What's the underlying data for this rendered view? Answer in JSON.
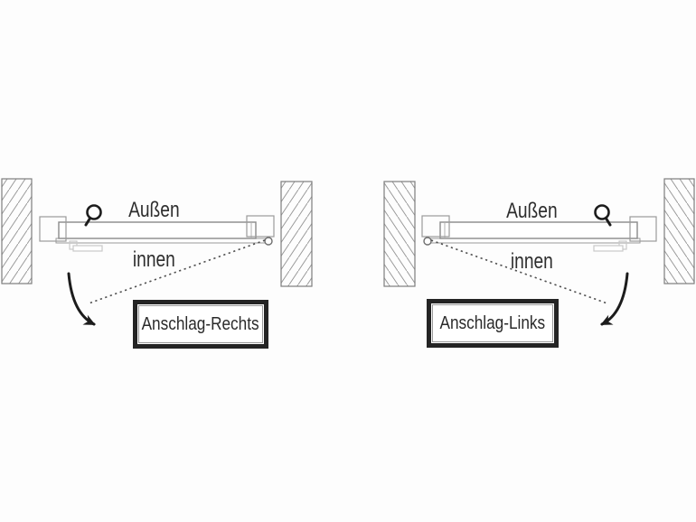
{
  "figure": {
    "type": "door-hinge-orientation-diagram",
    "colors": {
      "background": "#fdfdfd",
      "wall_line": "#7d7d7d",
      "hatch_line": "#9a9a9a",
      "frame_line": "#9a9a9a",
      "door_line": "#8a8a8a",
      "handle_line": "#c9c9c9",
      "knob_and_arrow": "#1c1c1c",
      "dotted_line": "#4f4f4f",
      "box_border": "#242424",
      "text": "#2e2e2e"
    },
    "diagrams": [
      {
        "hinge_side": "right",
        "outside_label": "Außen",
        "inside_label": "innen",
        "box_label": "Anschlag-Rechts"
      },
      {
        "hinge_side": "left",
        "outside_label": "Außen",
        "inside_label": "innen",
        "box_label": "Anschlag-Links"
      }
    ]
  }
}
